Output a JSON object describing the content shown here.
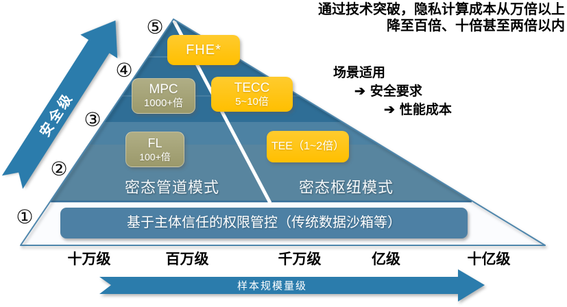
{
  "title": {
    "line1": "通过技术突破，隐私计算成本从万倍以上",
    "line2": "降至百倍、十倍甚至两倍以内"
  },
  "scenario": {
    "heading": "场景适用",
    "arrow": "➔",
    "item_security": "安全要求",
    "item_performance": "性能成本"
  },
  "axes": {
    "security": {
      "label": "安全级"
    },
    "scale": {
      "label": "样本规模量级",
      "ticks": [
        "十万级",
        "百万级",
        "千万级",
        "亿级",
        "十亿级"
      ]
    }
  },
  "levels": {
    "l1": "①",
    "l2": "②",
    "l3": "③",
    "l4": "④",
    "l5": "⑤"
  },
  "pyramid": {
    "boxes": {
      "fhe": {
        "label": "FHE*"
      },
      "mpc": {
        "label": "MPC",
        "cost": "1000+倍"
      },
      "tecc": {
        "label": "TECC",
        "cost": "5~10倍"
      },
      "fl": {
        "label": "FL",
        "cost": "100+倍"
      },
      "tee": {
        "label": "TEE（1~2倍）"
      }
    },
    "modes": {
      "left": "密态管道模式",
      "right": "密态枢纽模式"
    },
    "base_bar": "基于主体信任的权限管控（传统数据沙箱等）"
  },
  "colors": {
    "c-dark": "#2F6E96",
    "c-mid": "#4D82A3",
    "c-low": "#58859F",
    "c-arrow": "#2B7CAC",
    "c-bar": "#4D80A4",
    "c-yellow": "#FFBF00",
    "c-yellow-light": "#FFCB2E",
    "c-olive": "#9B996B",
    "c-olive-light": "#B0AE85",
    "c-outline": "#4E86AC",
    "c-text": "#000000"
  }
}
